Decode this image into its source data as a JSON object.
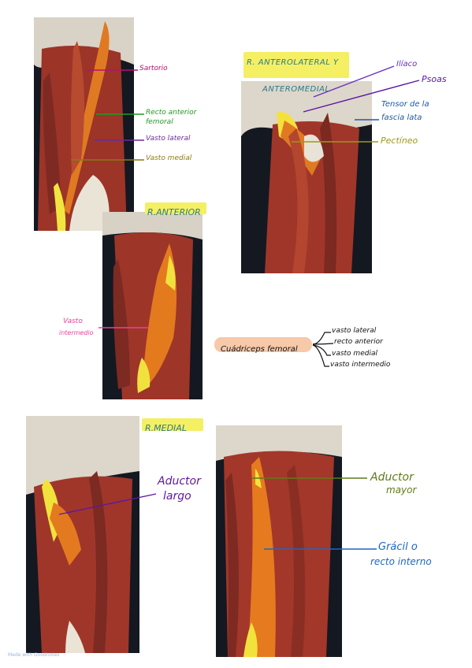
{
  "section_titles": {
    "anterior": "R.ANTERIOR",
    "anterolateral_line1": "R. ANTEROLATERAL Y",
    "anterolateral_line2": "ANTEROMEDIAL",
    "medial": "R.MEDIAL"
  },
  "labels": {
    "sartorio": "Sartorio",
    "recto_anterior_1": "Recto anterior",
    "recto_anterior_2": "femoral",
    "vasto_lateral": "Vasto lateral",
    "vasto_medial": "Vasto medial",
    "vasto_intermedio_1": "Vasto",
    "vasto_intermedio_2": "intermedio",
    "iliaco": "Ilíaco",
    "psoas": "Psoas",
    "tensor_1": "Tensor de la",
    "tensor_2": "fascia lata",
    "pectineo": "Pectíneo",
    "aductor_largo_1": "Aductor",
    "aductor_largo_2": "largo",
    "aductor_mayor_1": "Aductor",
    "aductor_mayor_2": "mayor",
    "gracil_1": "Grácil o",
    "gracil_2": "recto interno"
  },
  "quadriceps": {
    "title": "Cuádriceps femoral",
    "items": [
      "vasto lateral",
      "recto anterior",
      "vasto medial",
      "vasto intermedio"
    ]
  },
  "footer": {
    "watermark": "Made with Goodnotes"
  },
  "colors": {
    "muscle": "#a8382c",
    "highlight_orange": "#e6781c",
    "highlight_yellow": "#f2e33a",
    "title_highlight": "#f4ef63",
    "quad_highlight": "#f7c9a8",
    "sartorio": "#b5106e",
    "recto": "#1f9b22",
    "vasto_lateral": "#6b2a9c",
    "vasto_medial": "#8a7a12",
    "intermedio": "#ef3f97",
    "iliaco": "#6a2fc0",
    "psoas": "#5a16a5",
    "tensor": "#1d5aa8",
    "pectineo": "#9a9a1c",
    "aductor_largo": "#5e17a3",
    "aductor_mayor": "#5e7b18",
    "gracil": "#1d67c4"
  }
}
